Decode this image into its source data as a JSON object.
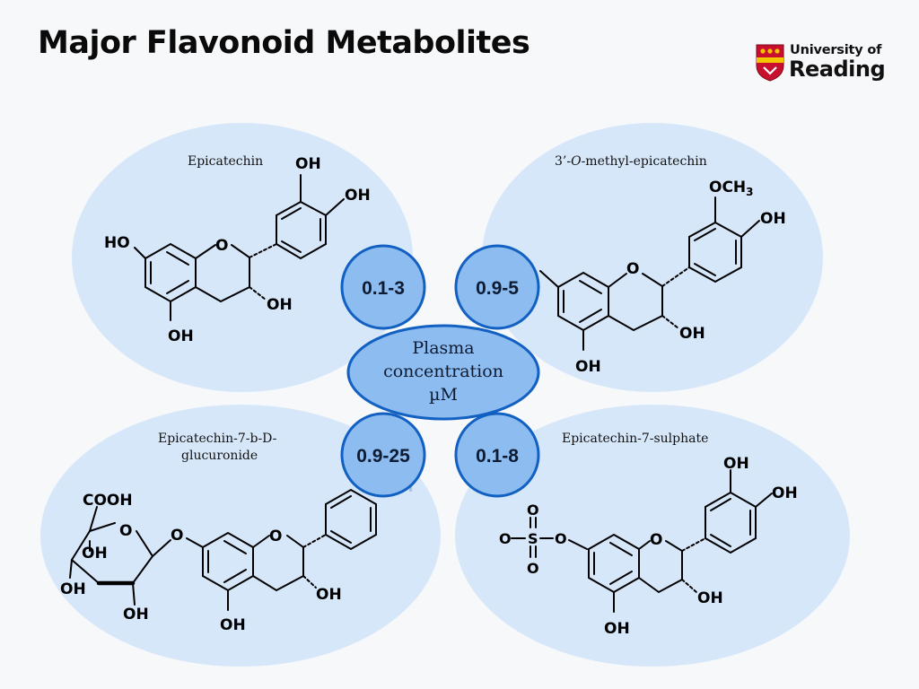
{
  "title": "Major Flavonoid Metabolites",
  "logo": {
    "line1": "University of",
    "line2": "Reading",
    "colors": {
      "shield_red": "#c8102e",
      "shield_gold": "#f2c500"
    }
  },
  "colors": {
    "blob": "#d7e7fa",
    "circle_fill": "#8dbcf0",
    "circle_stroke": "#1160c2"
  },
  "center": {
    "line1": "Plasma",
    "line2": "concentration",
    "line3": "µM"
  },
  "metabolites": [
    {
      "name": "Epicatechin",
      "range": "0.1-3"
    },
    {
      "name": "3’-O-methyl-epicatechin",
      "name_prefix": "3’-",
      "name_italic": "O",
      "name_suffix": "-methyl-epicatechin",
      "range": "0.9-5"
    },
    {
      "name_line1": "Epicatechin-7-b-D-",
      "name_line2": "glucuronide",
      "range": "0.9-25"
    },
    {
      "name": "Epicatechin-7-sulphate",
      "range": "0.1-8"
    }
  ],
  "atoms": {
    "oh": "OH",
    "ho": "HO",
    "o": "O",
    "s": "S",
    "och3_main": "OCH",
    "och3_sub": "3",
    "cooh": "COOH"
  }
}
